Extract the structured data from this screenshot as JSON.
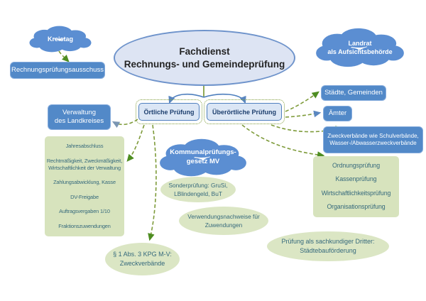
{
  "diagram": {
    "title_node": {
      "line1": "Fachdienst",
      "line2": "Rechnungs- und Gemeindeprüfung"
    },
    "clouds": {
      "kreistag": "Kreistag",
      "landrat": "Landrat\nals Aufsichtsbehörde",
      "kommunalpruefungsgesetz": "Kommunalprüfungs-\ngesetz MV"
    },
    "blue_boxes": {
      "rechnungspruefungsausschuss": "Rechnungsprüfungsausschuss",
      "verwaltung_landkreis": "Verwaltung\ndes Landkreises",
      "staedte_gemeinden": "Städte, Gemeinden",
      "aemter": "Ämter",
      "zweckverbaende": "Zweckverbände wie Schulverbände,\nWasser-/Abwasserzweckverbände"
    },
    "process_boxes": {
      "oertlich": "Örtliche Prüfung",
      "ueberoertlich": "Überörtliche Prüfung"
    },
    "left_panel": {
      "items": [
        "Jahresabschluss",
        "Rechtmäßigkeit, Zweckmäßigkeit,\nWirtschaftlichkeit der Verwaltung",
        "Zahlungsabwicklung, Kasse",
        "DV-Freigabe",
        "Auftragsvergaben 1/10",
        "Fraktionszuwendungen"
      ]
    },
    "right_panel": {
      "items": [
        "Ordnungsprüfung",
        "Kassenprüfung",
        "Wirtschaftlichkeitsprüfung",
        "Organisationsprüfung"
      ]
    },
    "green_ellipses": {
      "sonderpruefung": "Sonderprüfung: GruSi,\nLBlindengeld, BuT",
      "verwendungsnachweise": "Verwendungsnachweise für\nZuwendungen",
      "kpg_zweckverbaende": "§ 1 Abs. 3 KPG M-V:\nZweckverbände",
      "sachkundiger_dritter": "Prüfung als sachkundiger Dritter:\nStädtebauförderung"
    },
    "palette": {
      "blue_fill": "#5289c8",
      "blue_light_fill": "#dbe6f5",
      "blue_border": "#4e7fbe",
      "main_ellipse_fill": "#dde4f3",
      "green_panel_fill": "#d7e3bd",
      "green_ellipse_fill": "#dbe6c4",
      "panel_text": "#35697c",
      "dashed_line": "#7e9b3a",
      "arrowhead_green": "#4e8d21",
      "arrowhead_blue": "#5b87c0"
    }
  }
}
